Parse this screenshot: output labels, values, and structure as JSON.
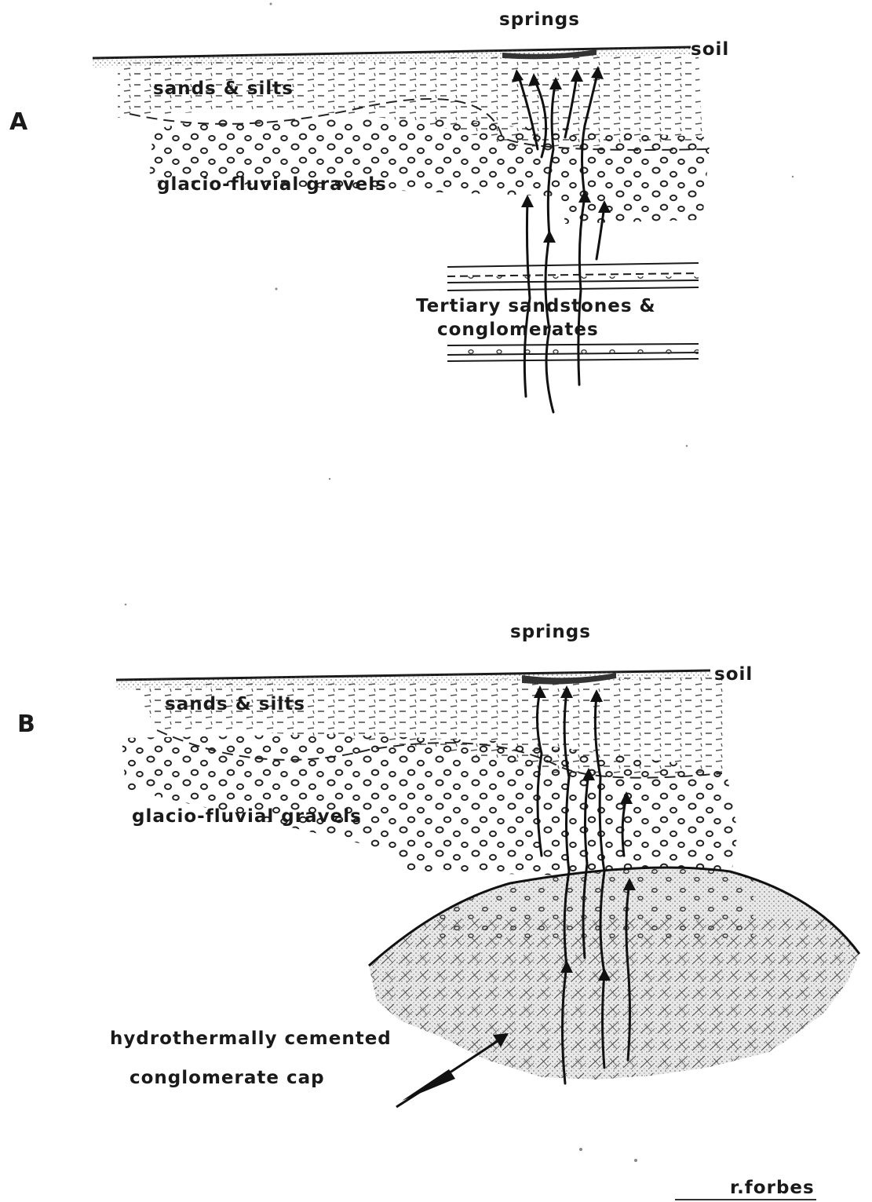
{
  "panel_a": {
    "label": "A",
    "springs": "springs",
    "soil": "soil",
    "sands_silts": "sands & silts",
    "gravels": "glacio-fluvial gravels",
    "tertiary_line1": "Tertiary sandstones &",
    "tertiary_line2": "conglomerates"
  },
  "panel_b": {
    "label": "B",
    "springs": "springs",
    "soil": "soil",
    "sands_silts": "sands & silts",
    "gravels": "glacio-fluvial gravels",
    "cap_line1": "hydrothermally cemented",
    "cap_line2": "conglomerate cap"
  },
  "signature": "r.forbes"
}
